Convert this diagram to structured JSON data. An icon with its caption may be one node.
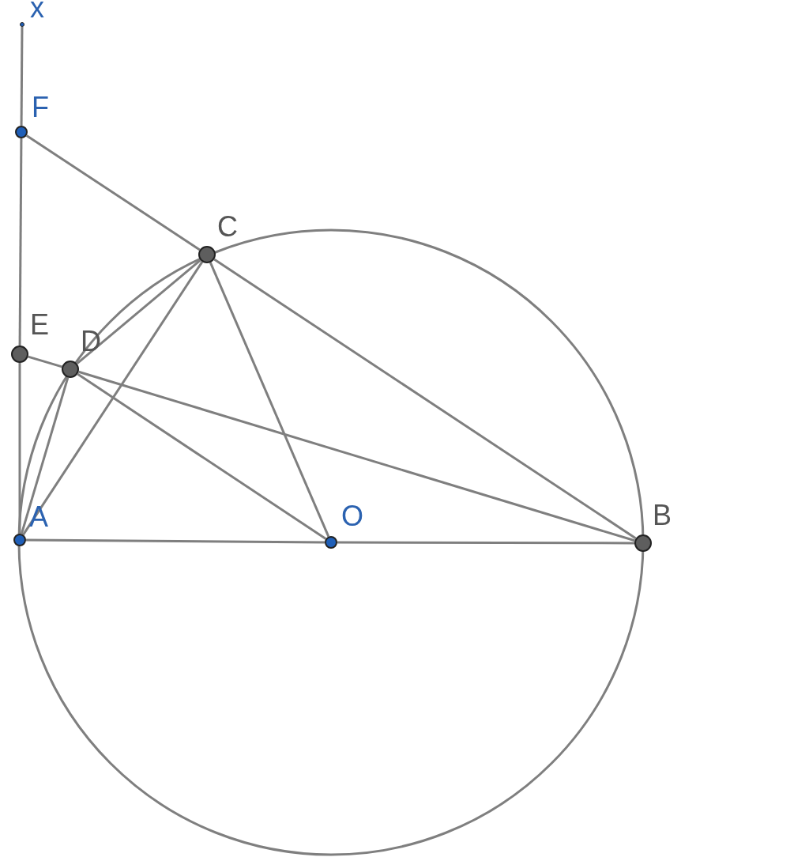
{
  "diagram": {
    "nodes": [
      {
        "text": [
          "x"
        ]
      },
      {
        "text": [
          "F"
        ]
      },
      {
        "text": [
          "C"
        ]
      },
      {
        "text": [
          "E"
        ]
      },
      {
        "text": [
          "D"
        ]
      },
      {
        "text": [
          "A"
        ]
      },
      {
        "text": [
          "O"
        ]
      },
      {
        "text": [
          "B"
        ]
      }
    ],
    "edges": [
      {
        "from": 1,
        "to": 0,
        "arrow": "none"
      },
      {
        "from": 3,
        "to": 1,
        "arrow": "none"
      },
      {
        "from": 5,
        "to": 3,
        "arrow": "none"
      },
      {
        "from": 1,
        "to": 2,
        "arrow": "none"
      },
      {
        "from": 2,
        "to": 7,
        "arrow": "none"
      },
      {
        "from": 2,
        "to": 5,
        "arrow": "none"
      },
      {
        "from": 2,
        "to": 4,
        "arrow": "none"
      },
      {
        "from": 2,
        "to": 6,
        "arrow": "none"
      },
      {
        "from": 3,
        "to": 4,
        "arrow": "none"
      },
      {
        "from": 4,
        "to": 7,
        "arrow": "none"
      },
      {
        "from": 4,
        "to": 5,
        "arrow": "none"
      },
      {
        "from": 4,
        "to": 6,
        "arrow": "none"
      },
      {
        "from": 5,
        "to": 6,
        "arrow": "none"
      },
      {
        "from": 6,
        "to": 7,
        "arrow": "none"
      }
    ]
  }
}
